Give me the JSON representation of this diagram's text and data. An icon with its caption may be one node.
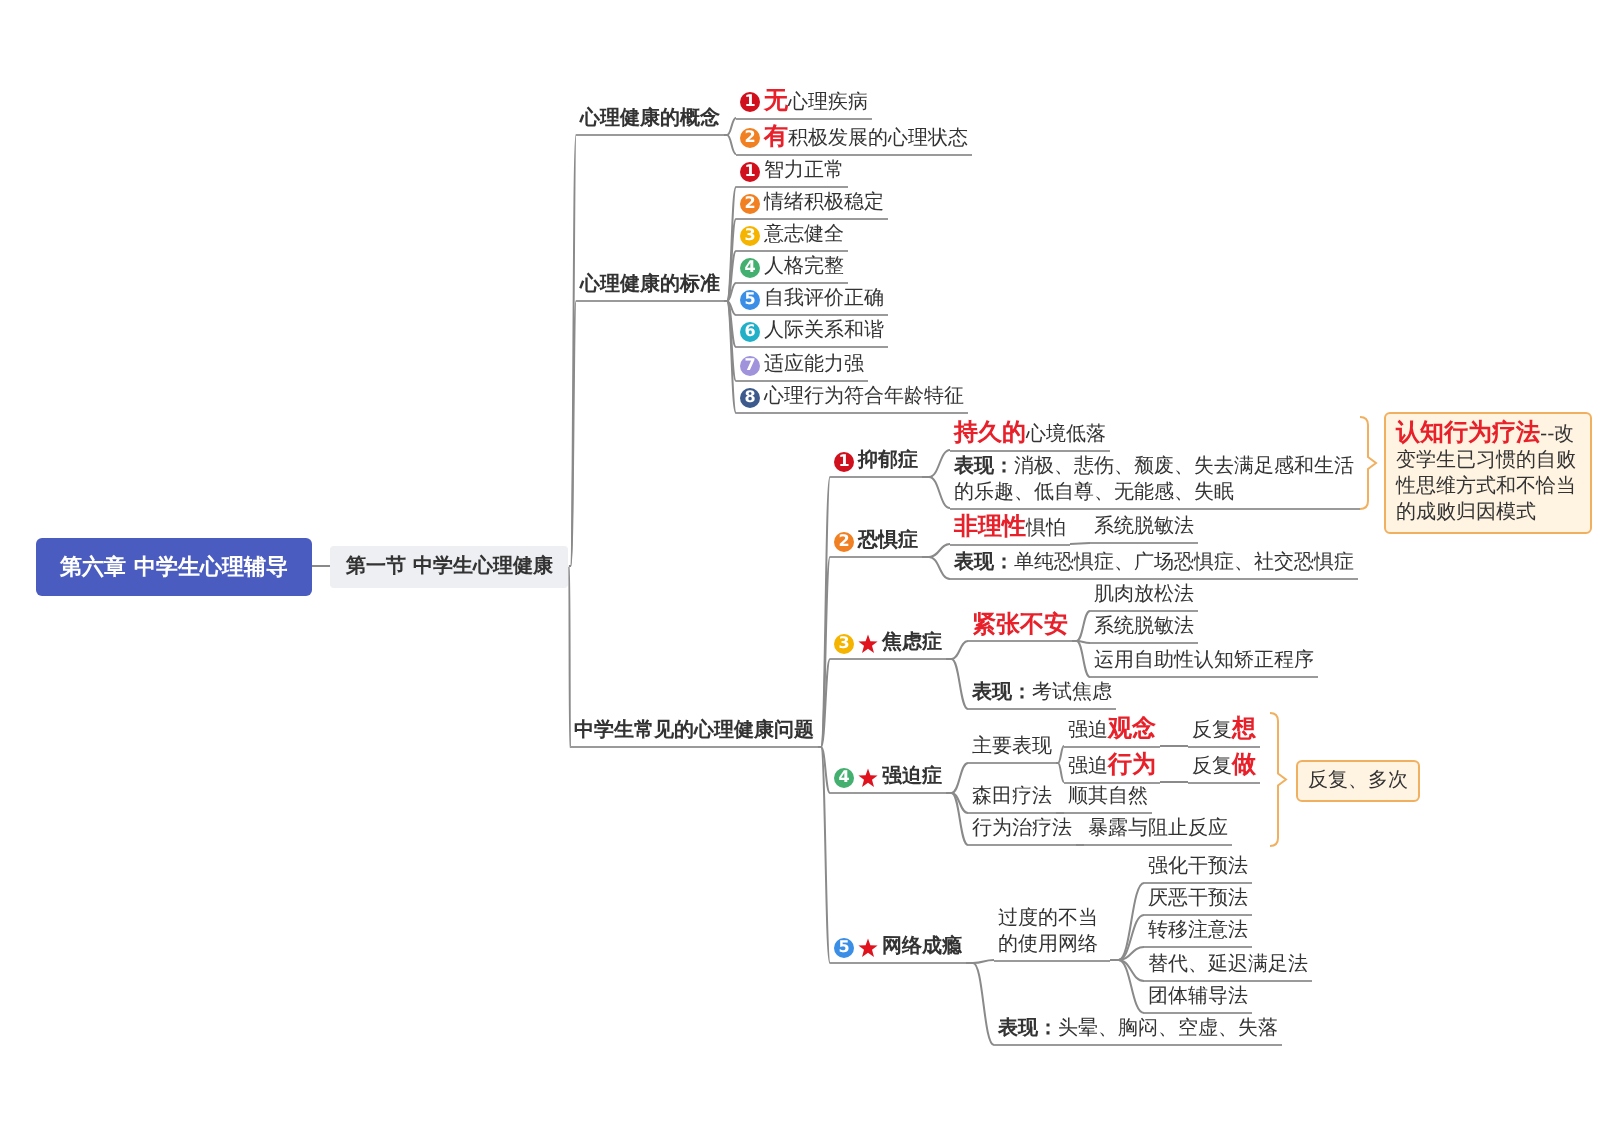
{
  "diagram": {
    "nodes": [
      {
        "text": [
          "第六章 中学生心理辅导"
        ]
      },
      {
        "text": [
          "第一节 中学生心理健康"
        ]
      },
      {
        "text": [
          "心理健康的概念"
        ]
      },
      {
        "text": [
          "1",
          "**无**心理疾病"
        ]
      },
      {
        "text": [
          "2",
          "**有**积极发展的心理状态"
        ]
      },
      {
        "text": [
          "心理健康的标准"
        ]
      },
      {
        "text": [
          "1",
          "智力正常"
        ]
      },
      {
        "text": [
          "2",
          "情绪积极稳定"
        ]
      },
      {
        "text": [
          "3",
          "意志健全"
        ]
      },
      {
        "text": [
          "4",
          "人格完整"
        ]
      },
      {
        "text": [
          "5",
          "自我评价正确"
        ]
      },
      {
        "text": [
          "6",
          "人际关系和谐"
        ]
      },
      {
        "text": [
          "7",
          "适应能力强"
        ]
      },
      {
        "text": [
          "8",
          "心理行为符合年龄特征"
        ]
      },
      {
        "text": [
          "中学生常见的心理健康问题"
        ]
      },
      {
        "text": [
          "1",
          "抑郁症"
        ]
      },
      {
        "text": [
          "**持久的**心境低落"
        ]
      },
      {
        "text": [
          "**表现：**消极、悲伤、颓废、失去满足感和生活的乐趣、低自尊、无能感、失眠"
        ]
      },
      {
        "text": [
          "2",
          "恐惧症"
        ]
      },
      {
        "text": [
          "**非理性**惧怕"
        ]
      },
      {
        "text": [
          "系统脱敏法"
        ]
      },
      {
        "text": [
          "**表现：**单纯恐惧症、广场恐惧症、社交恐惧症"
        ]
      },
      {
        "text": [
          "3",
          "焦虑症"
        ]
      },
      {
        "text": [
          "紧张不安"
        ]
      },
      {
        "text": [
          "肌肉放松法"
        ]
      },
      {
        "text": [
          "系统脱敏法"
        ]
      },
      {
        "text": [
          "运用自助性认知矫正程序"
        ]
      },
      {
        "text": [
          "**表现：**考试焦虑"
        ]
      },
      {
        "text": [
          "4",
          "强迫症"
        ]
      },
      {
        "text": [
          "主要表现"
        ]
      },
      {
        "text": [
          "强迫**观念**"
        ]
      },
      {
        "text": [
          "反复**想**"
        ]
      },
      {
        "text": [
          "强迫**行为**"
        ]
      },
      {
        "text": [
          "反复**做**"
        ]
      },
      {
        "text": [
          "森田疗法"
        ]
      },
      {
        "text": [
          "顺其自然"
        ]
      },
      {
        "text": [
          "行为治疗法"
        ]
      },
      {
        "text": [
          "暴露与阻止反应"
        ]
      },
      {
        "text": [
          "5",
          "网络成瘾"
        ]
      },
      {
        "text": [
          "过度的不当的使用网络"
        ]
      },
      {
        "text": [
          "强化干预法"
        ]
      },
      {
        "text": [
          "厌恶干预法"
        ]
      },
      {
        "text": [
          "转移注意法"
        ]
      },
      {
        "text": [
          "替代、延迟满足法"
        ]
      },
      {
        "text": [
          "团体辅导法"
        ]
      },
      {
        "text": [
          "**表现：**头晕、胸闷、空虚、失落"
        ]
      },
      {
        "text": [
          "**认知行为疗法**--改变学生已习惯的自败性思维方式和不恰当的成败归因模式"
        ]
      },
      {
        "text": [
          "反复、多次"
        ]
      }
    ],
    "edges": [
      {
        "from": 0,
        "to": 1,
        "arrow": "none"
      },
      {
        "from": 1,
        "to": 2,
        "arrow": "none"
      },
      {
        "from": 1,
        "to": 5,
        "arrow": "none"
      },
      {
        "from": 1,
        "to": 14,
        "arrow": "none"
      },
      {
        "from": 2,
        "to": 3,
        "arrow": "none"
      },
      {
        "from": 2,
        "to": 4,
        "arrow": "none"
      },
      {
        "from": 5,
        "to": 6,
        "arrow": "none"
      },
      {
        "from": 5,
        "to": 7,
        "arrow": "none"
      },
      {
        "from": 5,
        "to": 8,
        "arrow": "none"
      },
      {
        "from": 5,
        "to": 9,
        "arrow": "none"
      },
      {
        "from": 5,
        "to": 10,
        "arrow": "none"
      },
      {
        "from": 5,
        "to": 11,
        "arrow": "none"
      },
      {
        "from": 5,
        "to": 12,
        "arrow": "none"
      },
      {
        "from": 5,
        "to": 13,
        "arrow": "none"
      },
      {
        "from": 14,
        "to": 15,
        "arrow": "none"
      },
      {
        "from": 14,
        "to": 18,
        "arrow": "none"
      },
      {
        "from": 14,
        "to": 22,
        "arrow": "none"
      },
      {
        "from": 14,
        "to": 28,
        "arrow": "none"
      },
      {
        "from": 14,
        "to": 38,
        "arrow": "none"
      },
      {
        "from": 15,
        "to": 16,
        "arrow": "none"
      },
      {
        "from": 15,
        "to": 17,
        "arrow": "none"
      },
      {
        "from": 18,
        "to": 19,
        "arrow": "none"
      },
      {
        "from": 19,
        "to": 20,
        "arrow": "none"
      },
      {
        "from": 18,
        "to": 21,
        "arrow": "none"
      },
      {
        "from": 22,
        "to": 23,
        "arrow": "none"
      },
      {
        "from": 23,
        "to": 24,
        "arrow": "none"
      },
      {
        "from": 23,
        "to": 25,
        "arrow": "none"
      },
      {
        "from": 23,
        "to": 26,
        "arrow": "none"
      },
      {
        "from": 22,
        "to": 27,
        "arrow": "none"
      },
      {
        "from": 28,
        "to": 29,
        "arrow": "none"
      },
      {
        "from": 29,
        "to": 30,
        "arrow": "none"
      },
      {
        "from": 30,
        "to": 31,
        "arrow": "none"
      },
      {
        "from": 29,
        "to": 32,
        "arrow": "none"
      },
      {
        "from": 32,
        "to": 33,
        "arrow": "none"
      },
      {
        "from": 28,
        "to": 34,
        "arrow": "none"
      },
      {
        "from": 34,
        "to": 35,
        "arrow": "none"
      },
      {
        "from": 28,
        "to": 36,
        "arrow": "none"
      },
      {
        "from": 36,
        "to": 37,
        "arrow": "none"
      },
      {
        "from": 38,
        "to": 39,
        "arrow": "none"
      },
      {
        "from": 39,
        "to": 40,
        "arrow": "none"
      },
      {
        "from": 39,
        "to": 41,
        "arrow": "none"
      },
      {
        "from": 39,
        "to": 42,
        "arrow": "none"
      },
      {
        "from": 39,
        "to": 43,
        "arrow": "none"
      },
      {
        "from": 39,
        "to": 44,
        "arrow": "none"
      },
      {
        "from": 38,
        "to": 45,
        "arrow": "none"
      }
    ]
  }
}
